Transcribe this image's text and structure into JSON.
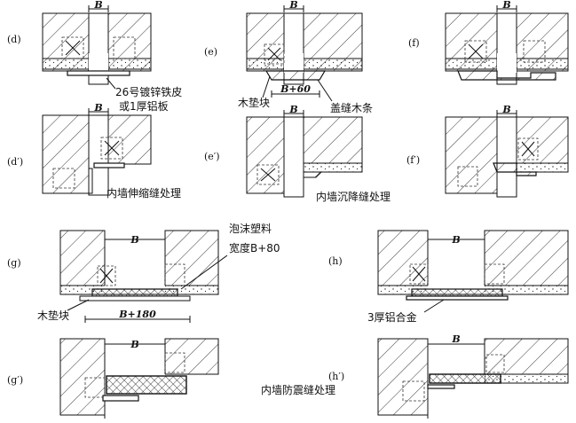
{
  "dimension_label": "B",
  "panels": {
    "d": {
      "label": "(d)"
    },
    "e": {
      "label": "(e)"
    },
    "f": {
      "label": "(f)"
    },
    "d_prime": {
      "label": "(d′)"
    },
    "e_prime": {
      "label": "(e′)"
    },
    "f_prime": {
      "label": "(f′)"
    },
    "g": {
      "label": "(g)"
    },
    "h": {
      "label": "(h)"
    },
    "g_prime": {
      "label": "(g′)"
    },
    "h_prime": {
      "label": "(h′)"
    }
  },
  "annotations": {
    "galvanized_line1": "26号镀锌铁皮",
    "galvanized_line2": "或1厚铝板",
    "wood_block_e": "木垫块",
    "b_plus_60": "B+60",
    "cover_strip": "盖缝木条",
    "inner_expansion": "内墙伸缩缝处理",
    "inner_settlement": "内墙沉降缝处理",
    "foam_line1": "泡沫塑料",
    "foam_line2": "宽度B+80",
    "wood_block_g": "木垫块",
    "b_plus_180": "B+180",
    "aluminum": "3厚铝合金",
    "inner_seismic": "内墙防震缝处理"
  }
}
